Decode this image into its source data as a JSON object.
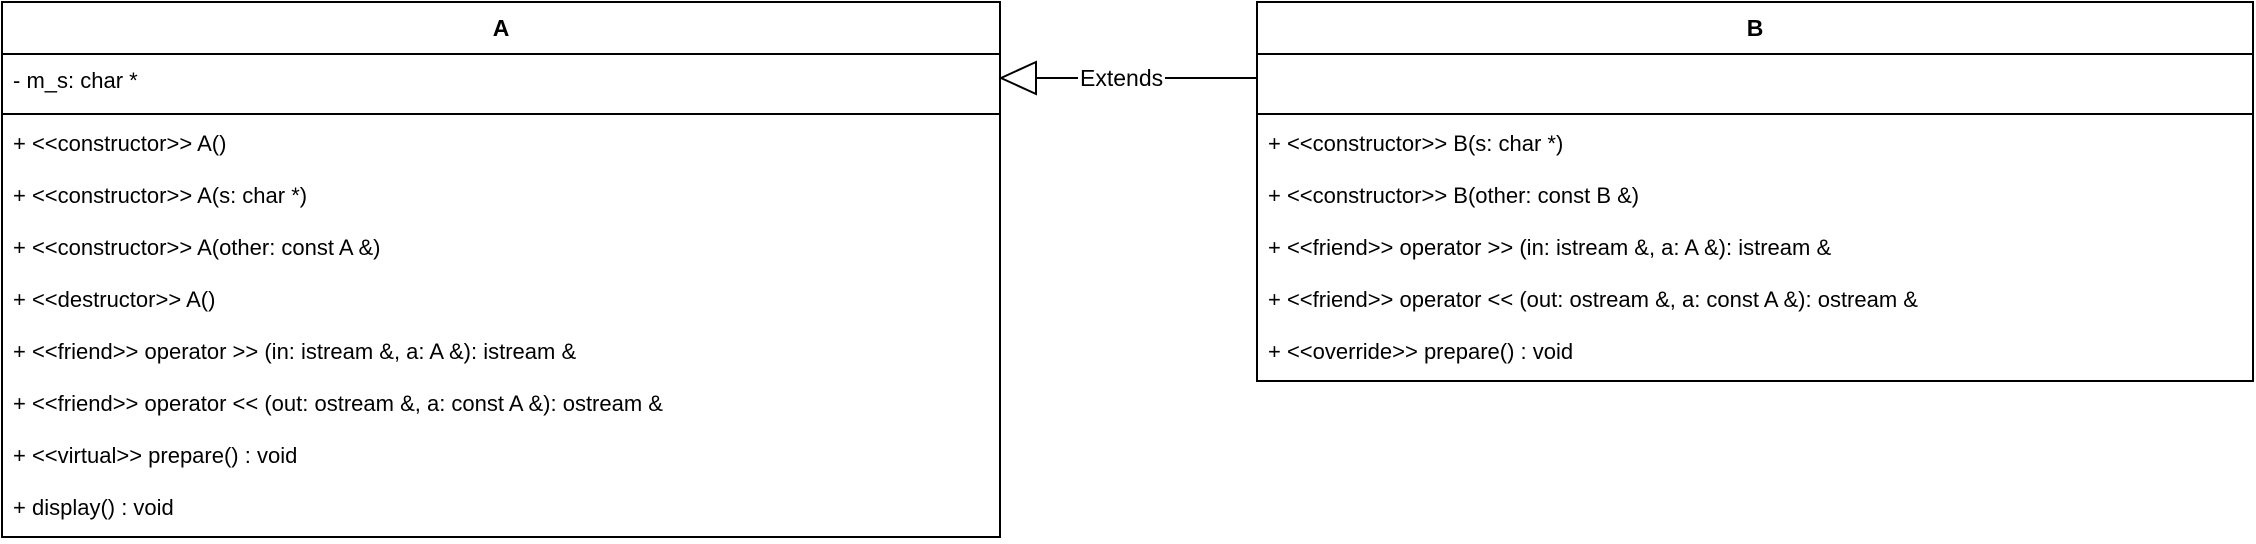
{
  "diagram": {
    "classes": [
      {
        "name": "A",
        "attributes": [
          "- m_s: char *"
        ],
        "operations": [
          "+ <<constructor>> A()",
          "+ <<constructor>> A(s: char *)",
          "+ <<constructor>> A(other: const A &)",
          "+ <<destructor>> A()",
          "+ <<friend>> operator >> (in: istream &, a: A &): istream &",
          "+ <<friend>> operator << (out: ostream &, a: const A &): ostream &",
          "+ <<virtual>> prepare() : void",
          "+ display() : void"
        ]
      },
      {
        "name": "B",
        "attributes": [],
        "operations": [
          "+ <<constructor>> B(s: char *)",
          "+ <<constructor>> B(other: const B &)",
          "+ <<friend>> operator >> (in: istream &, a: A &): istream &",
          "+ <<friend>> operator << (out: ostream &, a: const A &): ostream &",
          "+ <<override>> prepare() : void"
        ]
      }
    ],
    "relation": {
      "type": "generalization",
      "from": "B",
      "to": "A",
      "label": "Extends"
    },
    "colors": {
      "stroke": "#000000",
      "fill": "#ffffff"
    }
  }
}
